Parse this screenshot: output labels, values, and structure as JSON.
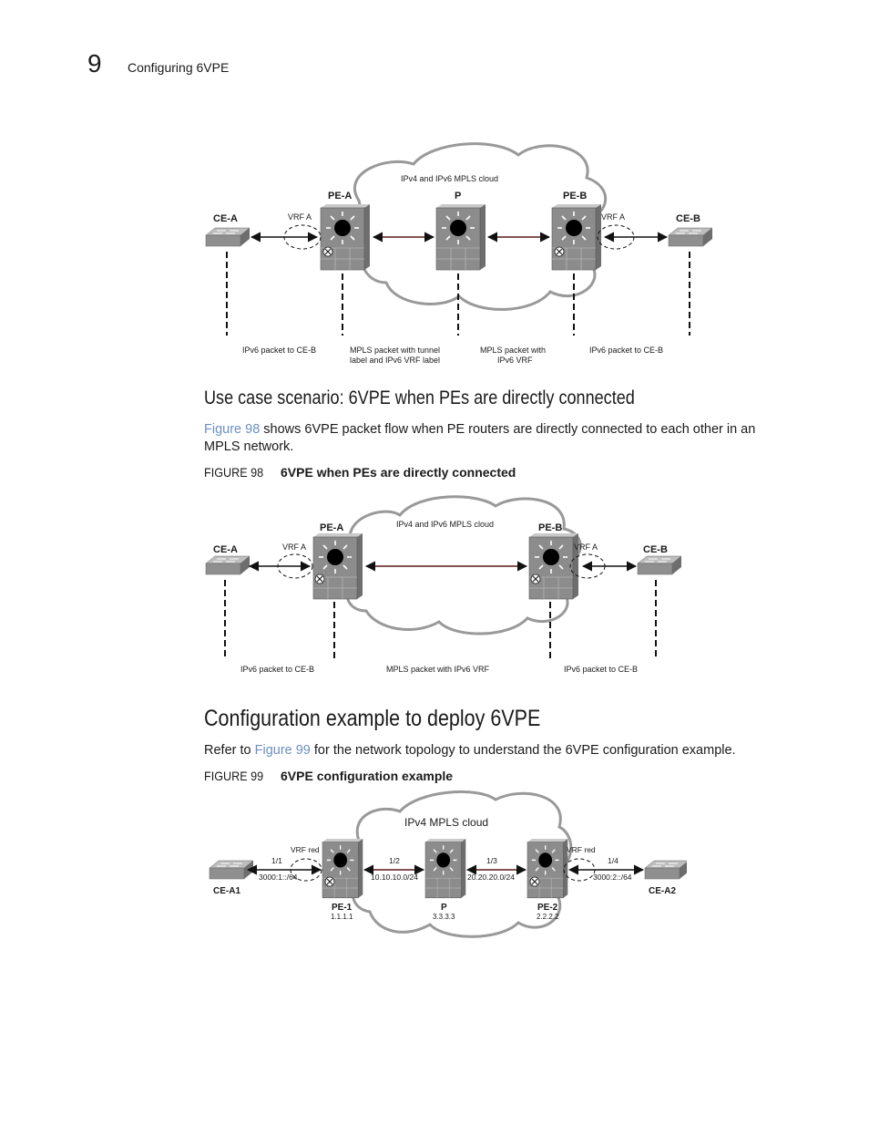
{
  "header": {
    "chapter_number": "9",
    "chapter_title": "Configuring 6VPE"
  },
  "figure_top": {
    "cloud_label": "IPv4 and IPv6 MPLS cloud",
    "devices": {
      "ce_a": "CE-A",
      "pe_a": "PE-A",
      "p": "P",
      "pe_b": "PE-B",
      "ce_b": "CE-B"
    },
    "vrf_left": "VRF A",
    "vrf_right": "VRF A",
    "packet_labels": {
      "a1": "IPv6 packet to CE-B",
      "b1": "MPLS packet with tunnel",
      "b2": "label and IPv6 VRF label",
      "c1": "MPLS packet with",
      "c2": "IPv6 VRF",
      "d1": "IPv6 packet to CE-B"
    }
  },
  "section1": {
    "heading": "Use case scenario: 6VPE when PEs are directly connected",
    "para_link": "Figure 98",
    "para_line1": " shows 6VPE packet flow when PE routers are directly connected to each other in an",
    "para_line2": "MPLS network.",
    "caption_label": "FIGURE 98",
    "caption_title": "6VPE when PEs are directly connected"
  },
  "figure98": {
    "cloud_label": "IPv4 and IPv6 MPLS cloud",
    "devices": {
      "ce_a": "CE-A",
      "pe_a": "PE-A",
      "pe_b": "PE-B",
      "ce_b": "CE-B"
    },
    "vrf_left": "VRF A",
    "vrf_right": "VRF A",
    "packet_labels": {
      "a": "IPv6 packet to CE-B",
      "b": "MPLS packet with IPv6 VRF",
      "c": "IPv6 packet to CE-B"
    }
  },
  "section2": {
    "heading": "Configuration example to deploy 6VPE",
    "para_pre": "Refer to ",
    "para_link": "Figure 99",
    "para_post": " for the network topology to understand the 6VPE configuration example.",
    "caption_label": "FIGURE 99",
    "caption_title": "6VPE configuration example"
  },
  "figure99": {
    "cloud_label": "IPv4 MPLS cloud",
    "devices": {
      "ce_a1": "CE-A1",
      "pe_1": "PE-1",
      "pe_1_ip": "1.1.1.1",
      "p": "P",
      "p_ip": "3.3.3.3",
      "pe_2": "PE-2",
      "pe_2_ip": "2.2.2.2",
      "ce_a2": "CE-A2"
    },
    "vrf_left": "VRF red",
    "vrf_right": "VRF red",
    "ports": {
      "p1": "1/1",
      "p2": "1/2",
      "p3": "1/3",
      "p4": "1/4"
    },
    "subnets": {
      "s1": "3000:1::/64",
      "s2": "10.10.10.0/24",
      "s3": "20.20.20.0/24",
      "s4": "3000:2::/64"
    }
  },
  "colors": {
    "link": "#6b8fc2",
    "router_body": "#8c8c8c",
    "router_side": "#b3b3b3",
    "link_line": "#5a1a1a"
  }
}
